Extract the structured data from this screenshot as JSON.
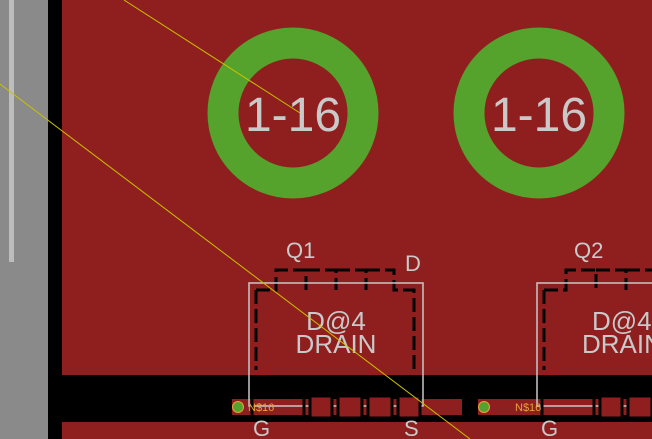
{
  "pcb": {
    "copper_color": "#8f1f1f",
    "pad_color": "#55a22c",
    "silk_color": "#c9c9c9",
    "net_color": "#e8a23a",
    "airwire_color": "#c9c200",
    "pads": [
      {
        "label": "1-16"
      },
      {
        "label": "1-16"
      }
    ],
    "components": [
      {
        "name": "Q1",
        "pin_d": "D",
        "pin_g": "G",
        "pin_s": "S",
        "body_line1": "D@4",
        "body_line2": "DRAIN",
        "net": "N$16"
      },
      {
        "name": "Q2",
        "pin_g": "G",
        "body_line1": "D@4",
        "body_line2": "DRAIN",
        "net": "N$16"
      }
    ]
  }
}
